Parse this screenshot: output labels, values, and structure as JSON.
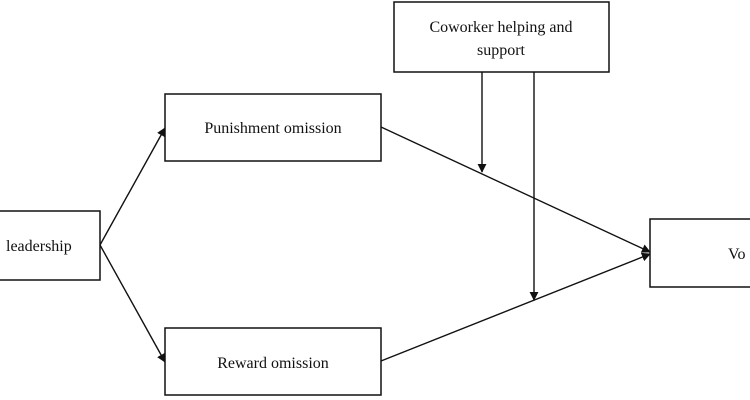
{
  "diagram": {
    "nodes": {
      "leadership": {
        "label": "leadership"
      },
      "punishment": {
        "label": "Punishment omission"
      },
      "reward": {
        "label": "Reward omission"
      },
      "coworker": {
        "line1": "Coworker helping and",
        "line2": "support"
      },
      "voice": {
        "label": "Vo"
      }
    },
    "colors": {
      "stroke": "#111111",
      "background": "#ffffff"
    }
  }
}
